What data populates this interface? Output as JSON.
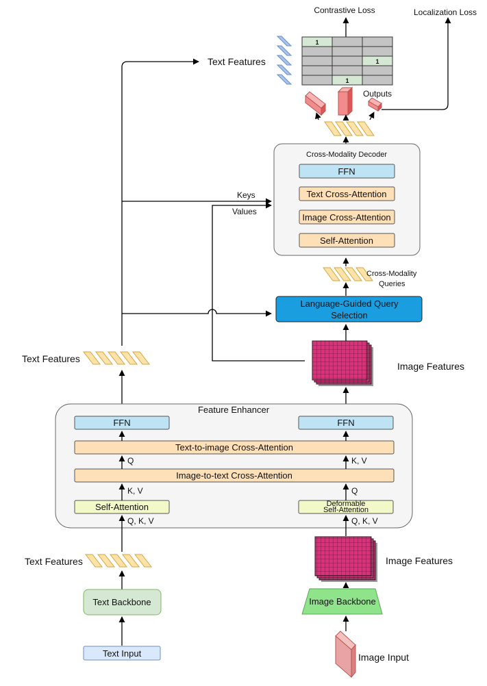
{
  "colors": {
    "ffn_fill": "#bde3f5",
    "attn_fill": "#fddfb8",
    "self_attn_fill": "#f3f8c8",
    "lgqs_fill": "#1a9ee0",
    "text_backbone_fill": "#d5e8d4",
    "image_backbone_fill": "#8fe38a",
    "text_input_fill": "#dae8fc",
    "token_fill": "#fde3a7",
    "image_feature_fill": "#d9317a",
    "output_box_fill": "#f28b8b",
    "panel_fill": "#f5f5f5"
  },
  "top": {
    "contrastive_loss": "Contrastive Loss",
    "localization_loss": "Localization Loss",
    "text_features": "Text Features",
    "outputs": "Outputs",
    "matrix_ones": [
      "1",
      "1",
      "1"
    ]
  },
  "decoder": {
    "title": "Cross-Modality Decoder",
    "ffn": "FFN",
    "text_cross_attention": "Text Cross-Attention",
    "image_cross_attention": "Image Cross-Attention",
    "self_attention": "Self-Attention",
    "keys": "Keys",
    "values": "Values",
    "queries_line1": "Cross-Modality",
    "queries_line2": "Queries"
  },
  "query_selection": {
    "line1": "Language-Guided Query",
    "line2": "Selection"
  },
  "middle": {
    "text_features": "Text Features",
    "image_features": "Image Features"
  },
  "enhancer": {
    "title": "Feature Enhancer",
    "ffn_left": "FFN",
    "ffn_right": "FFN",
    "text_to_image": "Text-to-image Cross-Attention",
    "image_to_text": "Image-to-text Cross-Attention",
    "self_attention": "Self-Attention",
    "deformable_line1": "Deformable",
    "deformable_line2": "Self-Attention",
    "q_left": "Q",
    "kv_left": "K, V",
    "qkv_left": "Q, K, V",
    "kv_right": "K, V",
    "q_right": "Q",
    "qkv_right": "Q, K, V"
  },
  "bottom": {
    "text_features": "Text Features",
    "image_features": "Image Features",
    "text_backbone": "Text Backbone",
    "image_backbone": "Image Backbone",
    "text_input": "Text Input",
    "image_input": "Image Input"
  }
}
